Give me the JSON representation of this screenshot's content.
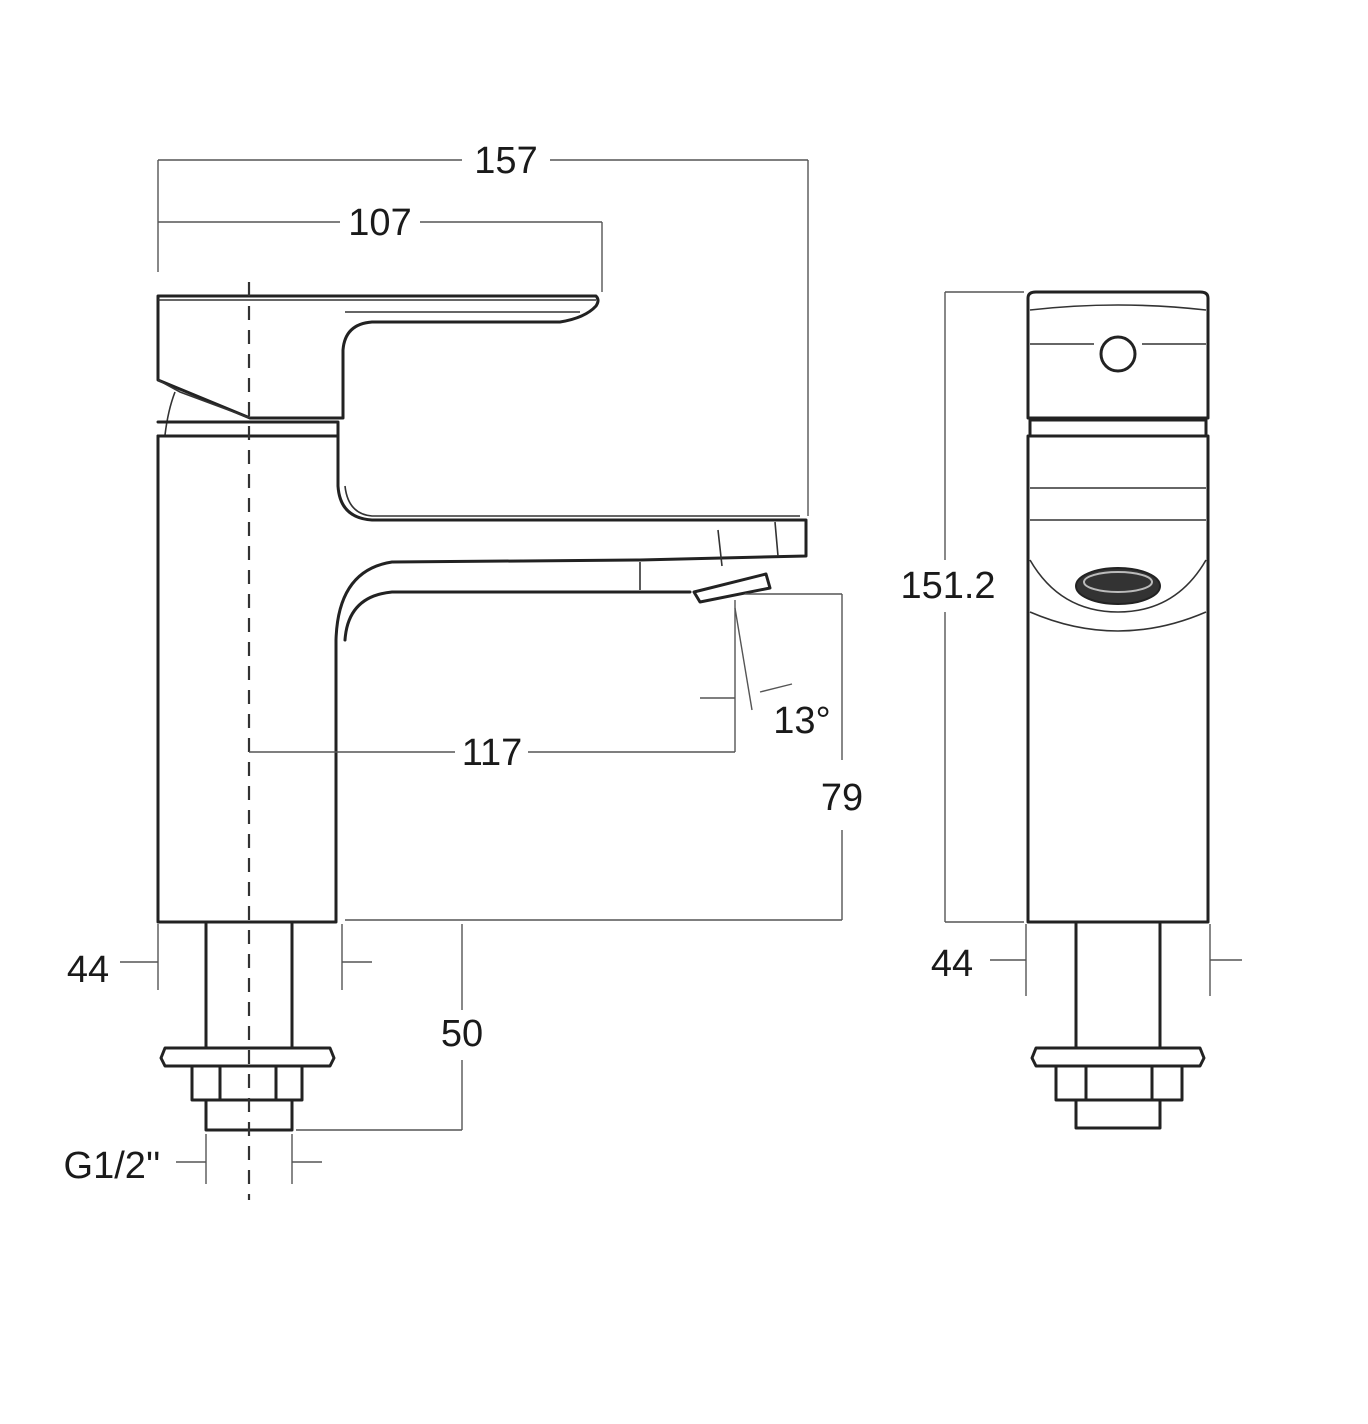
{
  "dimensions": {
    "overall_length": "157",
    "handle_length": "107",
    "spout_reach": "117",
    "spout_angle": "13°",
    "spout_height": "79",
    "total_height": "151.2",
    "body_width_side": "44",
    "body_width_front": "44",
    "shank_length": "50",
    "thread": "G1/2''"
  }
}
